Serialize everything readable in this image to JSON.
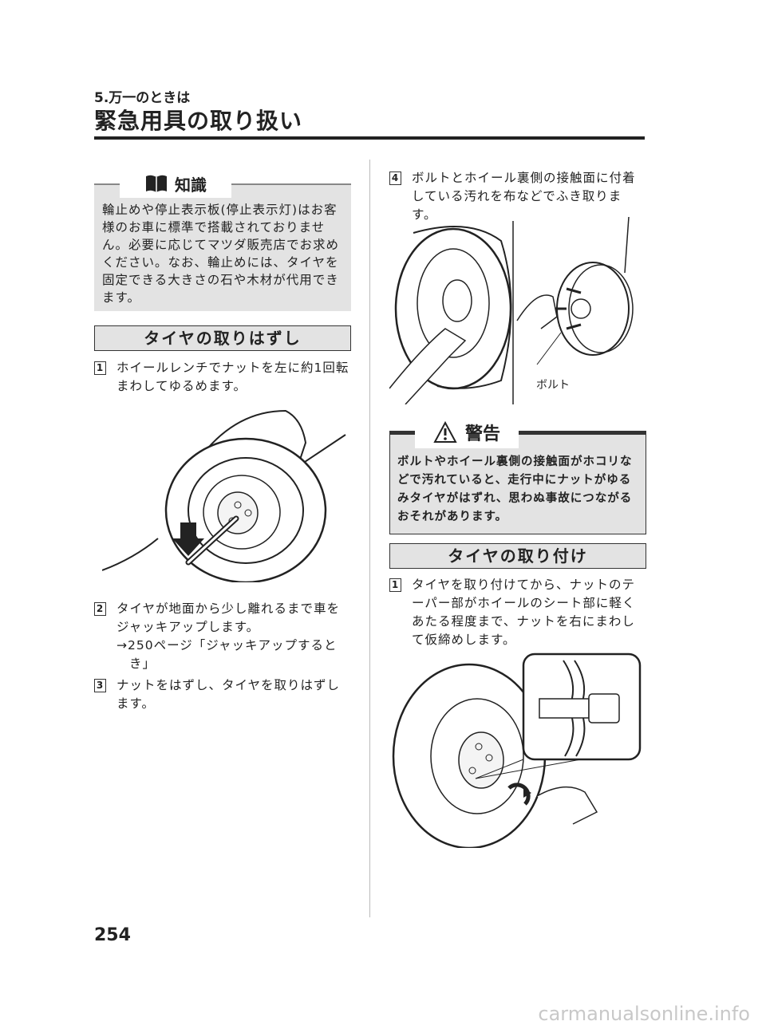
{
  "header": {
    "chapter": "5.万一のときは",
    "title": "緊急用具の取り扱い"
  },
  "note": {
    "label": "知識",
    "text": "輪止めや停止表示板(停止表示灯)はお客様のお車に標準で搭載されておりません。必要に応じてマツダ販売店でお求めください。なお、輪止めには、タイヤを固定できる大きさの石や木材が代用できます。"
  },
  "section1": {
    "title": "タイヤの取りはずし",
    "steps": [
      {
        "num": "1",
        "text": "ホイールレンチでナットを左に約1回転まわしてゆるめます。"
      },
      {
        "num": "2",
        "text": "タイヤが地面から少し離れるまで車をジャッキアップします。",
        "ref": "→250ページ「ジャッキアップするとき」"
      },
      {
        "num": "3",
        "text": "ナットをはずし、タイヤを取りはずします。"
      }
    ]
  },
  "step4": {
    "num": "4",
    "text": "ボルトとホイール裏側の接触面に付着している汚れを布などでふき取ります。"
  },
  "figure_caption": "ボルト",
  "warning": {
    "label": "警告",
    "text": "ボルトやホイール裏側の接触面がホコリなどで汚れていると、走行中にナットがゆるみタイヤがはずれ、思わぬ事故につながるおそれがあります。"
  },
  "section2": {
    "title": "タイヤの取り付け",
    "steps": [
      {
        "num": "1",
        "text": "タイヤを取り付けてから、ナットのテーパー部がホイールのシート部に軽くあたる程度まで、ナットを右にまわして仮締めします。"
      }
    ]
  },
  "page_number": "254",
  "watermark": "carmanualsonline.info"
}
